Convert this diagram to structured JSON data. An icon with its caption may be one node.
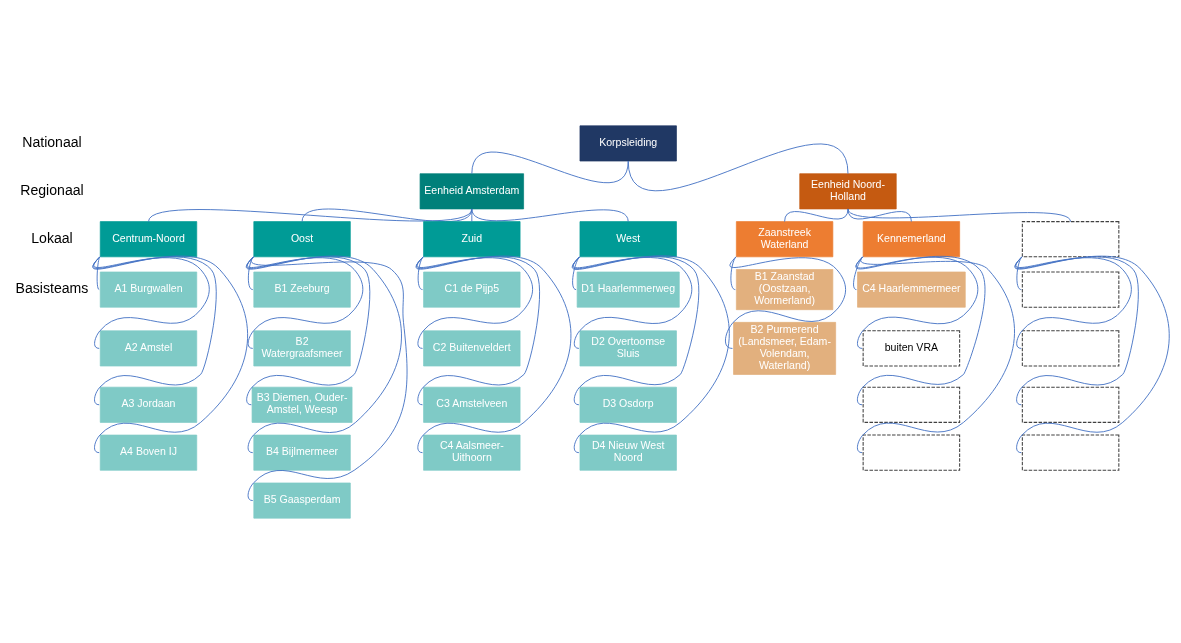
{
  "diagram": {
    "nodes": [
      {
        "text": [
          "Korpsleiding"
        ]
      },
      {
        "text": [
          "Eenheid Amsterdam"
        ]
      },
      {
        "text": [
          "Eenheid Noord-Holland"
        ]
      },
      {
        "text": [
          "Centrum-Noord"
        ]
      },
      {
        "text": [
          "Oost"
        ]
      },
      {
        "text": [
          "Zuid"
        ]
      },
      {
        "text": [
          "West"
        ]
      },
      {
        "text": [
          "Zaanstreek Waterland"
        ]
      },
      {
        "text": [
          "Kennemerland"
        ]
      },
      {
        "text": [],
        "shape": "box"
      },
      {
        "text": [
          "A1 Burgwallen"
        ]
      },
      {
        "text": [
          "A2 Amstel"
        ]
      },
      {
        "text": [
          "A3 Jordaan"
        ]
      },
      {
        "text": [
          "A4 Boven IJ"
        ]
      },
      {
        "text": [
          "B1 Zeeburg"
        ]
      },
      {
        "text": [
          "B2 Watergraafsmeer"
        ]
      },
      {
        "text": [
          "B3 Diemen, Ouder-Amstel, Weesp"
        ]
      },
      {
        "text": [
          "B4 Bijlmermeer"
        ]
      },
      {
        "text": [
          "B5 Gaasperdam"
        ]
      },
      {
        "text": [
          "C1 de Pijp5"
        ]
      },
      {
        "text": [
          "C2 Buitenveldert"
        ]
      },
      {
        "text": [
          "C3 Amstelveen"
        ]
      },
      {
        "text": [
          "C4 Aalsmeer-Uithoorn"
        ]
      },
      {
        "text": [
          "D1 Haarlemmerweg"
        ]
      },
      {
        "text": [
          "D2 Overtoomse Sluis"
        ]
      },
      {
        "text": [
          "D3 Osdorp"
        ]
      },
      {
        "text": [
          "D4 Nieuw West Noord"
        ]
      },
      {
        "text": [
          "B1 Zaanstad (Oostzaan, Wormerland)"
        ]
      },
      {
        "text": [
          "B2 Purmerend (Landsmeer, Edam-Volendam, Waterland)"
        ]
      },
      {
        "text": [
          "C4 Haarlemmermeer"
        ]
      },
      {
        "text": [
          "buiten VRA"
        ]
      },
      {
        "text": [],
        "shape": "box"
      },
      {
        "text": [],
        "shape": "box"
      },
      {
        "text": [],
        "shape": "box"
      },
      {
        "text": [],
        "shape": "box"
      },
      {
        "text": [],
        "shape": "box"
      },
      {
        "text": [],
        "shape": "box"
      }
    ],
    "edges": [
      {
        "from": 0,
        "to": 1,
        "arrow": "none"
      },
      {
        "from": 0,
        "to": 2,
        "arrow": "none"
      },
      {
        "from": 1,
        "to": 3,
        "arrow": "none"
      },
      {
        "from": 1,
        "to": 4,
        "arrow": "none"
      },
      {
        "from": 1,
        "to": 5,
        "arrow": "none"
      },
      {
        "from": 1,
        "to": 6,
        "arrow": "none"
      },
      {
        "from": 2,
        "to": 7,
        "arrow": "none"
      },
      {
        "from": 2,
        "to": 8,
        "arrow": "none"
      },
      {
        "from": 2,
        "to": 9,
        "arrow": "none"
      },
      {
        "from": 3,
        "to": 10,
        "arrow": "none"
      },
      {
        "from": 3,
        "to": 11,
        "arrow": "none"
      },
      {
        "from": 3,
        "to": 12,
        "arrow": "none"
      },
      {
        "from": 3,
        "to": 13,
        "arrow": "none"
      },
      {
        "from": 4,
        "to": 14,
        "arrow": "none"
      },
      {
        "from": 4,
        "to": 15,
        "arrow": "none"
      },
      {
        "from": 4,
        "to": 16,
        "arrow": "none"
      },
      {
        "from": 4,
        "to": 17,
        "arrow": "none"
      },
      {
        "from": 4,
        "to": 18,
        "arrow": "none"
      },
      {
        "from": 5,
        "to": 19,
        "arrow": "none"
      },
      {
        "from": 5,
        "to": 20,
        "arrow": "none"
      },
      {
        "from": 5,
        "to": 21,
        "arrow": "none"
      },
      {
        "from": 5,
        "to": 22,
        "arrow": "none"
      },
      {
        "from": 6,
        "to": 23,
        "arrow": "none"
      },
      {
        "from": 6,
        "to": 24,
        "arrow": "none"
      },
      {
        "from": 6,
        "to": 25,
        "arrow": "none"
      },
      {
        "from": 6,
        "to": 26,
        "arrow": "none"
      },
      {
        "from": 7,
        "to": 27,
        "arrow": "none"
      },
      {
        "from": 7,
        "to": 28,
        "arrow": "none"
      },
      {
        "from": 8,
        "to": 29,
        "arrow": "none"
      },
      {
        "from": 8,
        "to": 30,
        "arrow": "none"
      },
      {
        "from": 8,
        "to": 31,
        "arrow": "none"
      },
      {
        "from": 8,
        "to": 32,
        "arrow": "none"
      },
      {
        "from": 9,
        "to": 33,
        "arrow": "none"
      },
      {
        "from": 9,
        "to": 34,
        "arrow": "none"
      },
      {
        "from": 9,
        "to": 35,
        "arrow": "none"
      },
      {
        "from": 9,
        "to": 36,
        "arrow": "none"
      }
    ],
    "labels": [
      "Nationaal",
      "Regionaal",
      "Lokaal",
      "Basisteams"
    ]
  }
}
